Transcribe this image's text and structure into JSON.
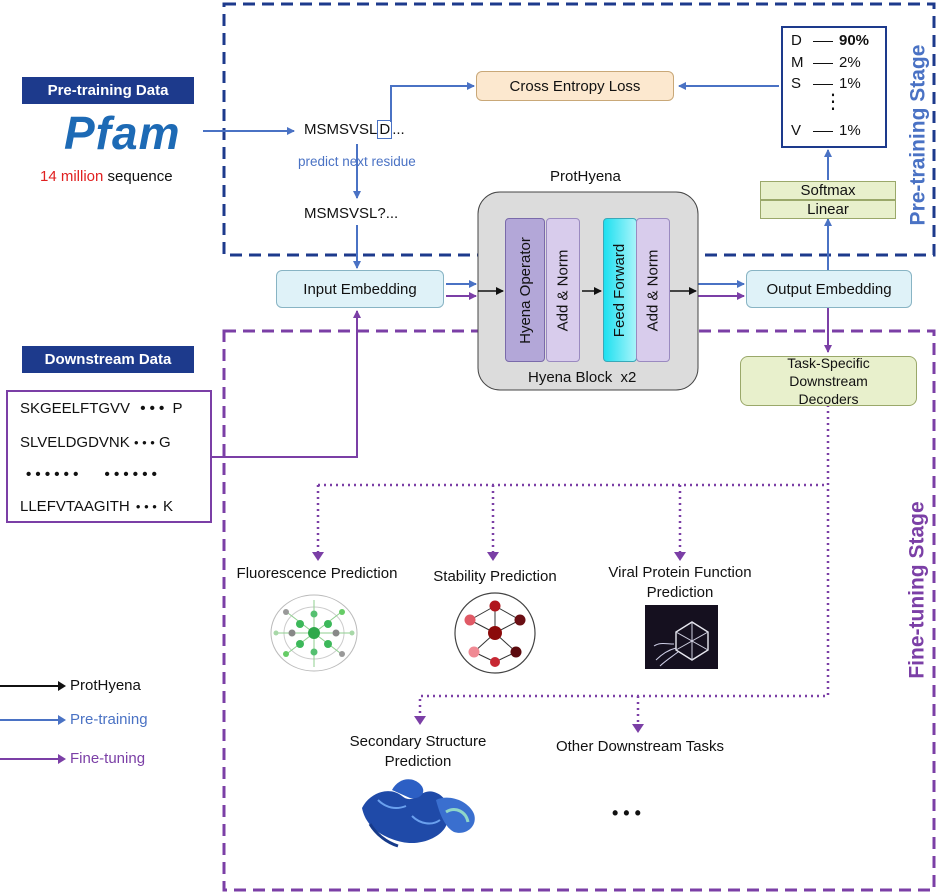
{
  "colors": {
    "pretrain": "#4a72c4",
    "finetune": "#7b3fa6",
    "navy": "#1d3a8c",
    "black": "#111111"
  },
  "pretraining_data": {
    "tag": "Pre-training Data",
    "logo": "Pfam",
    "count_highlight": "14 million",
    "count_rest": " sequence"
  },
  "pretraining_flow": {
    "seq_full_prefix": "MSMSVSL",
    "seq_full_boxed": "D",
    "seq_full_suffix": "...",
    "predict_label": "predict next residue",
    "seq_masked": "MSMSVSL?...",
    "loss_label": "Cross Entropy Loss"
  },
  "output_probs": [
    {
      "residue": "D",
      "prob": "90%"
    },
    {
      "residue": "M",
      "prob": "2%"
    },
    {
      "residue": "S",
      "prob": "1%"
    },
    {
      "residue": "V",
      "prob": "1%"
    }
  ],
  "prob_ellipsis": "⋮",
  "heads": {
    "softmax": "Softmax",
    "linear": "Linear"
  },
  "model": {
    "title": "ProtHyena",
    "input_embedding": "Input Embedding",
    "output_embedding": "Output Embedding",
    "hyena_operator": "Hyena Operator",
    "add_norm": "Add & Norm",
    "feed_forward": "Feed Forward",
    "block_label": "Hyena Block  x2"
  },
  "downstream_data": {
    "tag": "Downstream Data",
    "rows": [
      {
        "seq": "SKGEELFTGVV",
        "dots": "• • •",
        "end": "P"
      },
      {
        "seq": "SLVELDGDVNK",
        "dots": "• • •",
        "end": "G"
      },
      {
        "seq": "• • • • • •",
        "dots": "• • • • • •",
        "end": ""
      },
      {
        "seq": "LLEFVTAAGITH",
        "dots": "• • •",
        "end": "K"
      }
    ]
  },
  "decoders": "Task-Specific Downstream Decoders",
  "tasks": {
    "fluorescence": "Fluorescence Prediction",
    "stability": "Stability Prediction",
    "viral": "Viral Protein Function Prediction",
    "secondary": "Secondary Structure Prediction",
    "other": "Other Downstream Tasks",
    "other_dots": "• • •"
  },
  "stages": {
    "pretraining": "Pre-training Stage",
    "finetuning": "Fine-tuning Stage"
  },
  "legend": [
    {
      "label": "ProtHyena",
      "color": "#111111"
    },
    {
      "label": "Pre-training",
      "color": "#4a72c4"
    },
    {
      "label": "Fine-tuning",
      "color": "#7b3fa6"
    }
  ]
}
